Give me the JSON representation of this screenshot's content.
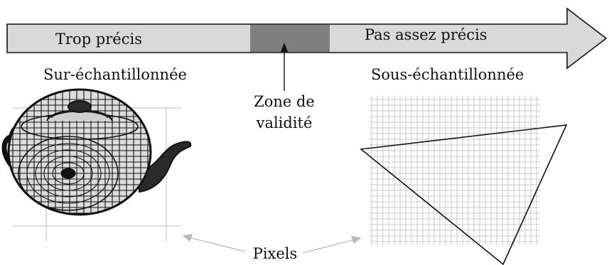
{
  "arrow": {
    "left_label": "Trop précis",
    "right_label": "Pas assez précis",
    "bar_fill": "#d9d9d9",
    "zone_fill": "#7f7f7f"
  },
  "zone": {
    "line1": "Zone de",
    "line2": "validité"
  },
  "captions": {
    "left": "Sur-échantillonnée",
    "right": "Sous-échantillonnée",
    "bottom": "Pixels"
  },
  "colors": {
    "grid": "#c8c8c8",
    "pixel_pointer": "#b8b8b8",
    "ink": "#111111"
  },
  "icons": [
    "teapot-wireframe-icon",
    "triangle-icon"
  ]
}
